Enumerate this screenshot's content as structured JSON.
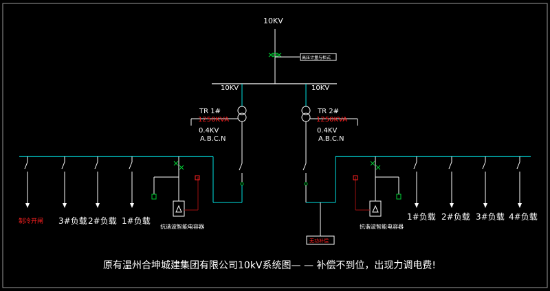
{
  "diagram": {
    "incoming_label": "10KV",
    "meter_box_label": "高压计量与柜式",
    "bus_left_label": "10KV",
    "bus_right_label": "10KV",
    "transformers": [
      {
        "name": "TR  1#",
        "rating": "1250KVA",
        "voltage": "0.4KV",
        "phases": "A.B.C.N"
      },
      {
        "name": "TR  2#",
        "rating": "1250KVA",
        "voltage": "0.4KV",
        "phases": "A.B.C.N"
      }
    ],
    "left_loads": [
      "制冷开闸",
      "3#负载",
      "2#负载",
      "1#负载"
    ],
    "right_loads": [
      "1#负载",
      "2#负载",
      "3#负载",
      "4#负载"
    ],
    "left_capacitor_label": "抗谐波智能电容器",
    "right_capacitor_label": "抗谐波智能电容器",
    "tie_label": "无功补偿",
    "caption": "原有温州合坤城建集团有限公司10kV系统图— — 补偿不到位，出现力调电费!"
  },
  "colors": {
    "background": "#000000",
    "white_line": "#ffffff",
    "bus_cyan": "#00e5e5",
    "switch_green": "#00cc33",
    "red_text": "#ff2020",
    "dark_red": "#a01010",
    "frame_gray": "#9a9a9a"
  }
}
